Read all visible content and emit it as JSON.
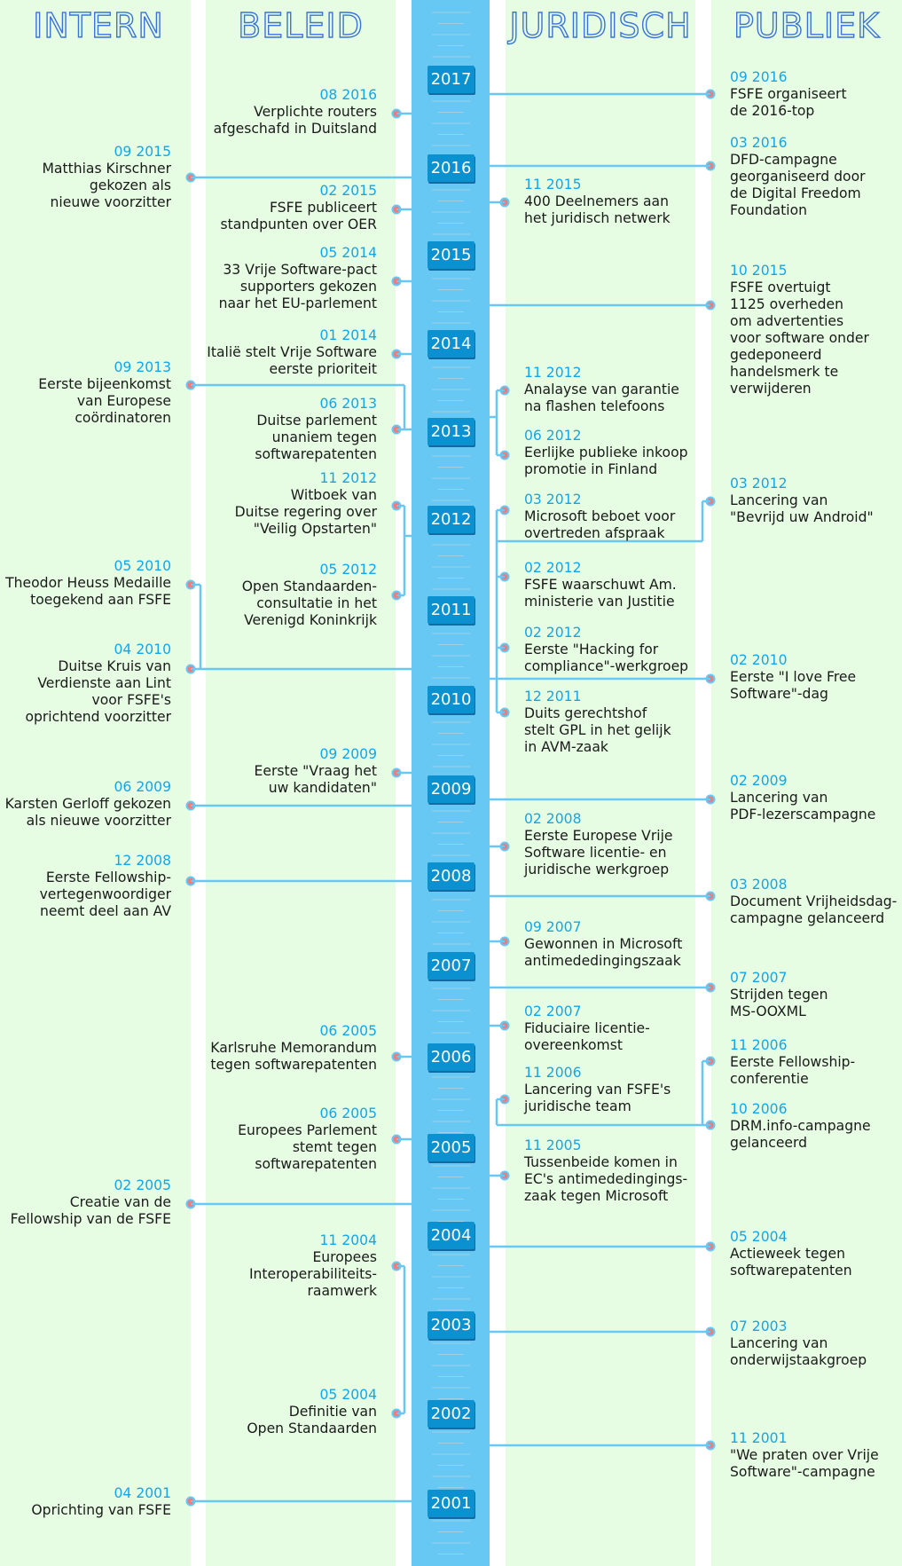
{
  "columns": [
    "INTERN",
    "BELEID",
    "JURIDISCH",
    "PUBLIEK"
  ],
  "years": [
    "2017",
    "2016",
    "2015",
    "2014",
    "2013",
    "2012",
    "2011",
    "2010",
    "2009",
    "2008",
    "2007",
    "2006",
    "2005",
    "2004",
    "2003",
    "2002",
    "2001"
  ],
  "colors": {
    "column_bg": "#e6fde4",
    "spine": "#67c8f4",
    "year_box": "#0b91cf",
    "date_text": "#12a6e8",
    "connector": "#67c8f4",
    "dot": "#f07b7b"
  },
  "events": {
    "intern": [
      {
        "date": "09 2015",
        "lines": [
          "Matthias Kirschner",
          "gekozen als",
          "nieuwe voorzitter"
        ]
      },
      {
        "date": "09 2013",
        "lines": [
          "Eerste bijeenkomst",
          "van Europese",
          "coördinatoren"
        ]
      },
      {
        "date": "05 2010",
        "lines": [
          "Theodor Heuss Medaille",
          "toegekend aan FSFE"
        ]
      },
      {
        "date": "04 2010",
        "lines": [
          "Duitse Kruis van",
          "Verdienste aan Lint",
          "voor FSFE's",
          "oprichtend voorzitter"
        ]
      },
      {
        "date": "06 2009",
        "lines": [
          "Karsten Gerloff gekozen",
          "als nieuwe voorzitter"
        ]
      },
      {
        "date": "12 2008",
        "lines": [
          "Eerste Fellowship-",
          "vertegenwoordiger",
          "neemt deel aan AV"
        ]
      },
      {
        "date": "02 2005",
        "lines": [
          "Creatie van de",
          "Fellowship van de FSFE"
        ]
      },
      {
        "date": "04 2001",
        "lines": [
          "Oprichting van FSFE"
        ]
      }
    ],
    "beleid": [
      {
        "date": "08 2016",
        "lines": [
          "Verplichte routers",
          "afgeschafd in Duitsland"
        ]
      },
      {
        "date": "02 2015",
        "lines": [
          "FSFE publiceert",
          "standpunten over OER"
        ]
      },
      {
        "date": "05 2014",
        "lines": [
          "33 Vrije Software-pact",
          "supporters gekozen",
          "naar het EU-parlement"
        ]
      },
      {
        "date": "01 2014",
        "lines": [
          "Italië stelt Vrije Software",
          "eerste prioriteit"
        ]
      },
      {
        "date": "06 2013",
        "lines": [
          "Duitse parlement",
          "unaniem tegen",
          "softwarepatenten"
        ]
      },
      {
        "date": "11 2012",
        "lines": [
          "Witboek van",
          "Duitse regering over",
          "\"Veilig Opstarten\""
        ]
      },
      {
        "date": "05 2012",
        "lines": [
          "Open Standaarden-",
          "consultatie in het",
          "Verenigd Koninkrijk"
        ]
      },
      {
        "date": "09 2009",
        "lines": [
          "Eerste \"Vraag het",
          "uw kandidaten\""
        ]
      },
      {
        "date": "06 2005",
        "lines": [
          "Karlsruhe Memorandum",
          "tegen softwarepatenten"
        ]
      },
      {
        "date": "06 2005",
        "lines": [
          "Europees Parlement",
          "stemt tegen",
          "softwarepatenten"
        ]
      },
      {
        "date": "11 2004",
        "lines": [
          "Europees",
          "Interoperabiliteits-",
          "raamwerk"
        ]
      },
      {
        "date": "05 2004",
        "lines": [
          "Definitie van",
          "Open Standaarden"
        ]
      }
    ],
    "juridisch": [
      {
        "date": "11 2015",
        "lines": [
          "400 Deelnemers aan",
          "het juridisch netwerk"
        ]
      },
      {
        "date": "11 2012",
        "lines": [
          "Analayse van garantie",
          "na flashen telefoons"
        ]
      },
      {
        "date": "06 2012",
        "lines": [
          "Eerlijke publieke inkoop",
          "promotie in Finland"
        ]
      },
      {
        "date": "03 2012",
        "lines": [
          "Microsoft beboet voor",
          "overtreden afspraak"
        ]
      },
      {
        "date": "02 2012",
        "lines": [
          "FSFE waarschuwt Am.",
          "ministerie van Justitie"
        ]
      },
      {
        "date": "02 2012",
        "lines": [
          "Eerste \"Hacking for",
          "compliance\"-werkgroep"
        ]
      },
      {
        "date": "12 2011",
        "lines": [
          "Duits gerechtshof",
          "stelt GPL in het gelijk",
          "in AVM-zaak"
        ]
      },
      {
        "date": "02 2008",
        "lines": [
          "Eerste Europese Vrije",
          "Software licentie- en",
          "juridische werkgroep"
        ]
      },
      {
        "date": "09 2007",
        "lines": [
          "Gewonnen in Microsoft",
          "antimededingingszaak"
        ]
      },
      {
        "date": "02 2007",
        "lines": [
          "Fiduciaire licentie-",
          "overeenkomst"
        ]
      },
      {
        "date": "11 2006",
        "lines": [
          "Lancering van FSFE's",
          "juridische team"
        ]
      },
      {
        "date": "11 2005",
        "lines": [
          "Tussenbeide komen in",
          "EC's antimededingings-",
          "zaak tegen Microsoft"
        ]
      }
    ],
    "publiek": [
      {
        "date": "09 2016",
        "lines": [
          "FSFE organiseert",
          "de 2016-top"
        ]
      },
      {
        "date": "03 2016",
        "lines": [
          "DFD-campagne",
          "georganiseerd door",
          "de Digital Freedom",
          "Foundation"
        ]
      },
      {
        "date": "10 2015",
        "lines": [
          "FSFE overtuigt",
          "1125 overheden",
          "om advertenties",
          "voor software onder",
          "gedeponeerd",
          "handelsmerk te",
          "verwijderen"
        ]
      },
      {
        "date": "03 2012",
        "lines": [
          "Lancering van",
          "\"Bevrijd uw Android\""
        ]
      },
      {
        "date": "02 2010",
        "lines": [
          "Eerste \"I love Free",
          "Software\"-dag"
        ]
      },
      {
        "date": "02 2009",
        "lines": [
          "Lancering van",
          "PDF-lezerscampagne"
        ]
      },
      {
        "date": "03 2008",
        "lines": [
          "Document Vrijheidsdag-",
          "campagne gelanceerd"
        ]
      },
      {
        "date": "07 2007",
        "lines": [
          "Strijden tegen",
          "MS-OOXML"
        ]
      },
      {
        "date": "11 2006",
        "lines": [
          "Eerste Fellowship-",
          "conferentie"
        ]
      },
      {
        "date": "10 2006",
        "lines": [
          "DRM.info-campagne",
          "gelanceerd"
        ]
      },
      {
        "date": "05 2004",
        "lines": [
          "Actieweek tegen",
          "softwarepatenten"
        ]
      },
      {
        "date": "07 2003",
        "lines": [
          "Lancering van",
          "onderwijstaakgroep"
        ]
      },
      {
        "date": "11 2001",
        "lines": [
          "\"We praten over Vrije",
          "Software\"-campagne"
        ]
      }
    ]
  }
}
